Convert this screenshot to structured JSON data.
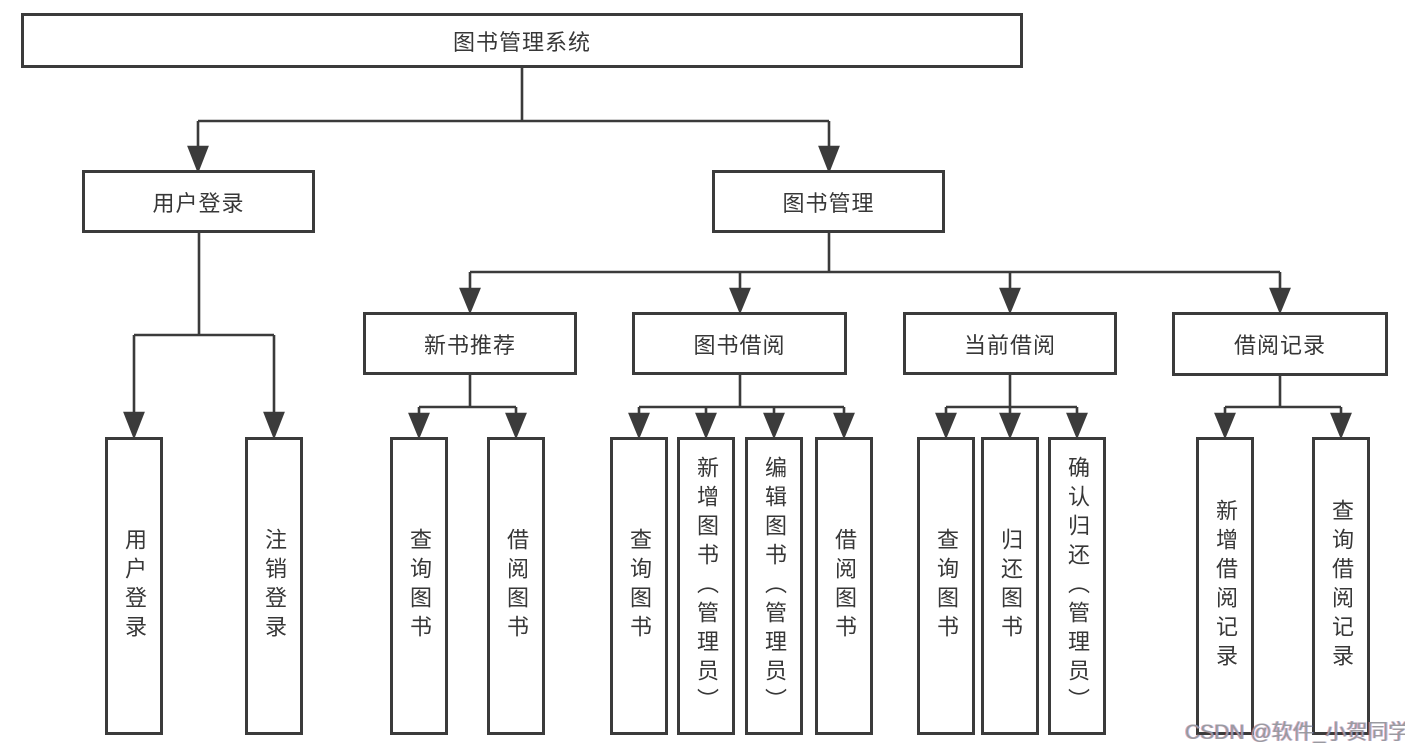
{
  "colors": {
    "line": "#3b3b3b",
    "box_border": "#3b3b3b",
    "text": "#373737",
    "background": "#ffffff",
    "watermark": "#999aa0"
  },
  "watermark": {
    "text": "CSDN @软件_小贺同学"
  },
  "tree": {
    "root": {
      "label": "图书管理系统"
    },
    "branches": [
      {
        "label": "用户登录",
        "children": [
          {
            "label": "用户登录"
          },
          {
            "label": "注销登录"
          }
        ]
      },
      {
        "label": "图书管理",
        "children": [
          {
            "label": "新书推荐",
            "children": [
              {
                "label": "查询图书"
              },
              {
                "label": "借阅图书"
              }
            ]
          },
          {
            "label": "图书借阅",
            "children": [
              {
                "label": "查询图书"
              },
              {
                "label": "新增图书（管理员）"
              },
              {
                "label": "编辑图书（管理员）"
              },
              {
                "label": "借阅图书"
              }
            ]
          },
          {
            "label": "当前借阅",
            "children": [
              {
                "label": "查询图书"
              },
              {
                "label": "归还图书"
              },
              {
                "label": "确认归还（管理员）"
              }
            ]
          },
          {
            "label": "借阅记录",
            "children": [
              {
                "label": "新增借阅记录"
              },
              {
                "label": "查询借阅记录"
              }
            ]
          }
        ]
      }
    ]
  }
}
